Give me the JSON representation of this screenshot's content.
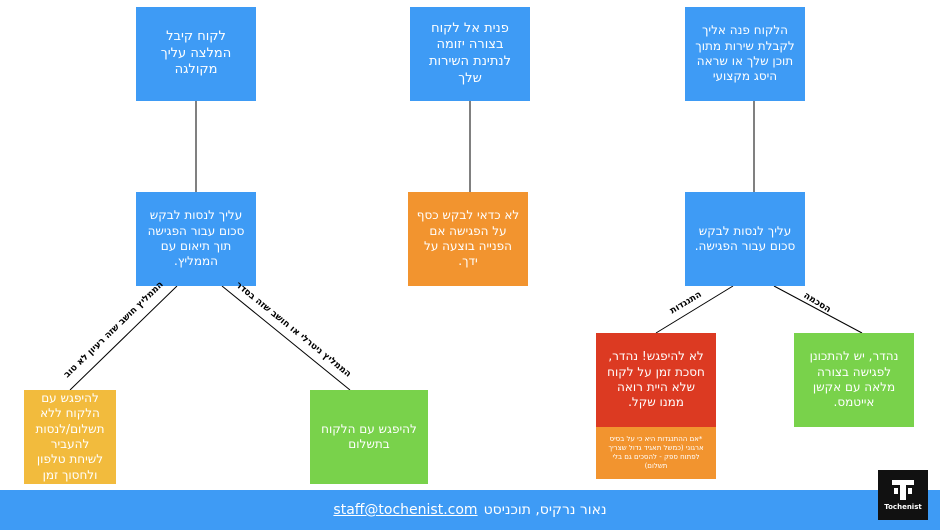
{
  "nodes": {
    "left_top": "לקוח קיבל המלצה עליך מקולגה",
    "left_mid": "עליך לנסות לבקש סכום עבור הפגישה תוך תיאום עם הממליץ.",
    "left_bottom_left": "להיפגש עם הלקוח ללא תשלום/לנסות להעביר לשיחת טלפון ולחסוך זמן",
    "left_bottom_right": "להיפגש עם הלקוח בתשלום",
    "center_top": "פנית אל לקוח בצורה יזומה לנתינת השירות שלך",
    "center_mid": "לא כדאי לבקש כסף על הפגישה אם הפנייה בוצעה על ידך.",
    "right_top": "הלקוח פנה אליך לקבלת שירות מתוך תוכן שלך או שראה היסג מקצועי",
    "right_mid": "עליך לנסות לבקש סכום עבור הפגישה.",
    "right_bottom_red": "לא להיפגש! נהדר, חסכת זמן על לקוח שלא היית רואה ממנו שקל.",
    "right_bottom_red_note": "*אם ההתנגדות היא כי על בסיס ארגוני (כמשל תאגיד גדול שצריך לפתוח ספק - להסכים גם בלי תשלום)",
    "right_bottom_green": "נהדר, יש להתכונן לפגישה בצורה מלאה עם אקשן אייטמס."
  },
  "edge_labels": {
    "left_left": "הממליץ חושב שזה רעיון לא טוב",
    "left_right": "הממליץ ניטרלי או חושב שזה בסדר",
    "right_left": "התנגדות",
    "right_right": "הסכמה"
  },
  "footer": {
    "name": "נאור נרקיס, תוכניסט",
    "email": "staff@tochenist.com"
  },
  "logo": {
    "text": "Tochenist"
  }
}
